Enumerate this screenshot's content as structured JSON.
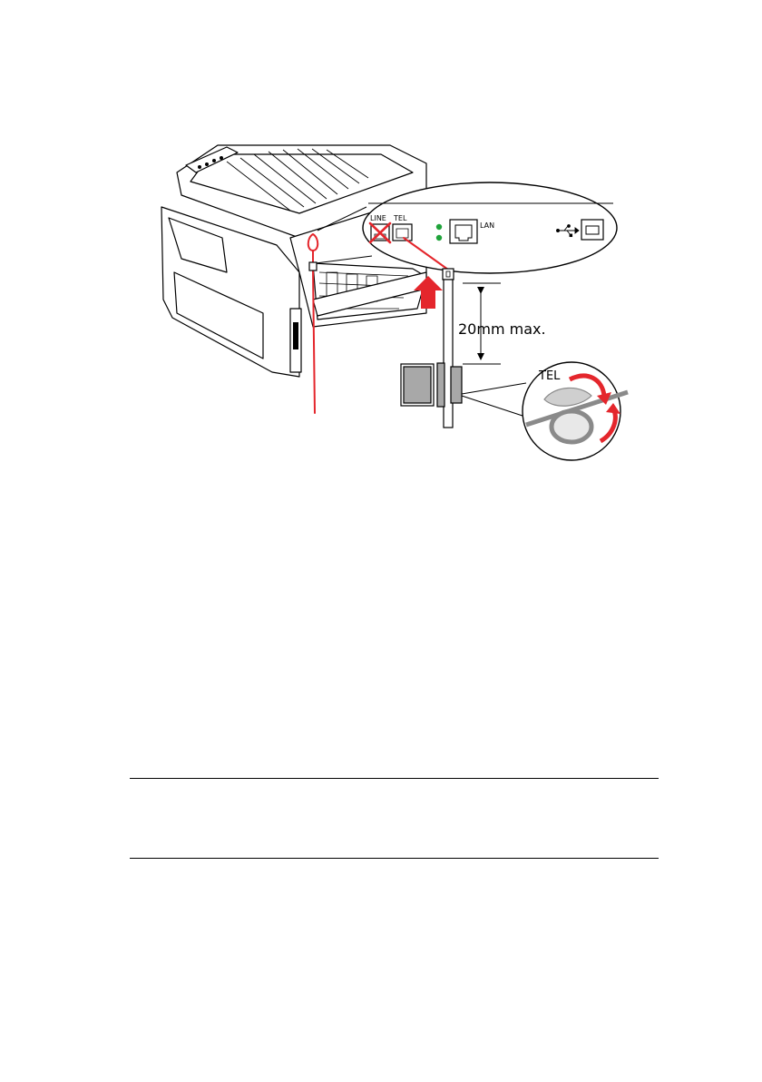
{
  "diagram": {
    "port_labels": {
      "line": "LINE",
      "tel": "TEL",
      "lan": "LAN"
    },
    "dimension_label": "20mm max.",
    "detail_label": "TEL",
    "icons": [
      "usb-icon",
      "prohibited-cross-icon",
      "direction-arrow-icon",
      "cable-loop-icon"
    ],
    "colors": {
      "highlight_red": "#e4262c",
      "status_green": "#1fa33a",
      "line_art": "#000000",
      "grey_fill": "#a8a8a8"
    }
  }
}
